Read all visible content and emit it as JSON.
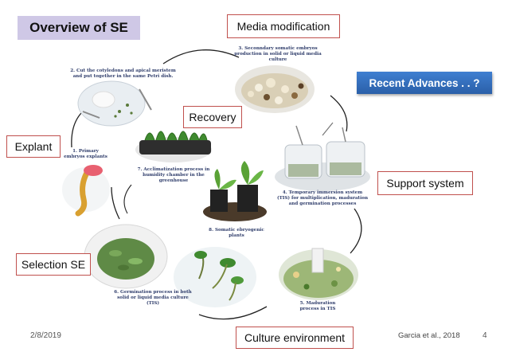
{
  "slide": {
    "title": "Overview of SE",
    "recent_advances": "Recent Advances . . ?",
    "date": "2/8/2019",
    "citation": "Garcia et al., 2018",
    "page_number": "4"
  },
  "labels": {
    "media_modification": "Media modification",
    "recovery": "Recovery",
    "explant": "Explant",
    "support_system": "Support system",
    "selection_se": "Selection SE",
    "culture_environment": "Culture environment"
  },
  "steps": [
    "1. Primary embryos explants",
    "2. Cut the cotyledons and apical meristem and put together in the same Petri dish.",
    "3. Seconndary somatic embryos production in solid or liquid media culture",
    "4. Temporary immersion system (TIS) for multiplication, maduration and germination processes",
    "5. Maduration process in TIS",
    "6. Germination process in both solid or liquid media culture (TIS)",
    "7. Acclimatization process in humidity chamber in the greenhouse",
    "8. Somatic ebryogenic plants"
  ],
  "colors": {
    "label_border": "#c0504d",
    "title_bg": "#cfc8e6",
    "advances_bg": "#2a5fa8",
    "caption_text": "#2f3d6b"
  }
}
